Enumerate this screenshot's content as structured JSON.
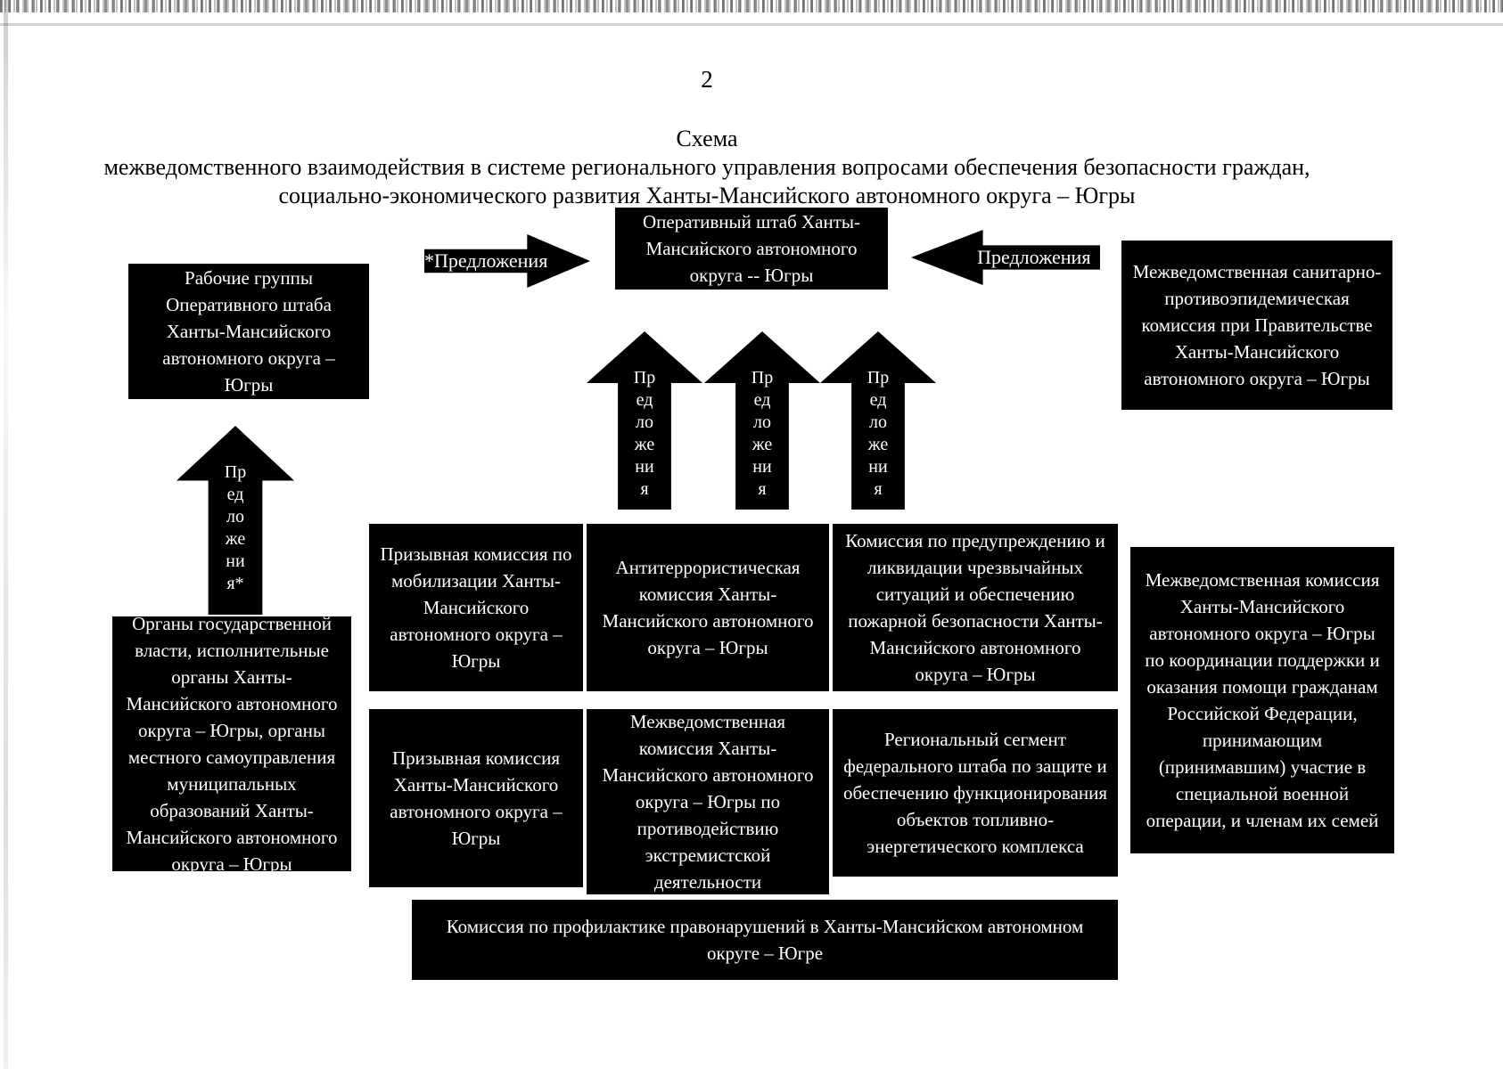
{
  "page": {
    "number": "2"
  },
  "title": {
    "line1": "Схема",
    "line2": "межведомственного взаимодействия в системе регионального управления вопросами обеспечения безопасности граждан,",
    "line3": "социально-экономического развития Ханты-Мансийского автономного округа – Югры"
  },
  "colors": {
    "box_fill": "#000000",
    "box_text": "#ffffff",
    "page_bg": "#ffffff",
    "body_text": "#000000"
  },
  "nodes": {
    "operational_hq": "Оперативный штаб Ханты-Мансийского автономного округа -- Югры",
    "working_groups": "Рабочие группы Оперативного штаба Ханты-Мансийского автономного округа – Югры",
    "sanitary_commission": "Межведомственная санитарно-противоэпидемическая комиссия при Правительстве Ханты-Мансийского автономного округа – Югры",
    "state_authorities": "Органы государственной власти, исполнительные органы Ханты-Мансийского автономного округа – Югры, органы местного самоуправления муниципальных образований Ханты-Мансийского автономного округа – Югры",
    "mobilization_commission": "Призывная комиссия по мобилизации Ханты-Мансийского автономного округа – Югры",
    "antiterror_commission": "Антитеррористическая комиссия Ханты-Мансийского автономного округа – Югры",
    "emergency_commission": "Комиссия по предупреждению и ликвидации чрезвычайных ситуаций и обеспечению пожарной безопасности Ханты-Мансийского автономного округа – Югры",
    "svo_support_commission": "Межведомственная комиссия Ханты-Мансийского автономного округа – Югры по координации поддержки и оказания помощи гражданам Российской Федерации, принимающим (принимавшим) участие в специальной военной операции, и членам их семей",
    "draft_commission": "Призывная комиссия Ханты-Мансийского автономного округа – Югры",
    "extremism_commission": "Межведомственная комиссия Ханты-Мансийского автономного округа – Югры по противодействию экстремистской деятельности",
    "fuel_energy_segment": "Региональный сегмент федерального штаба по защите и обеспечению функционирования объектов топливно-энергетического комплекса",
    "offense_prevention_commission": "Комиссия по профилактике правонарушений в Ханты-Мансийском автономном округе – Югре"
  },
  "arrows": {
    "left_to_hq_label": "*Предложения",
    "right_to_hq_label": "Предложения",
    "vertical_label_lines": [
      "Пр",
      "ед",
      "ло",
      "же",
      "ни",
      "я"
    ],
    "vertical_label_lines_starred": [
      "Пр",
      "ед",
      "ло",
      "же",
      "ни",
      "я*"
    ]
  }
}
